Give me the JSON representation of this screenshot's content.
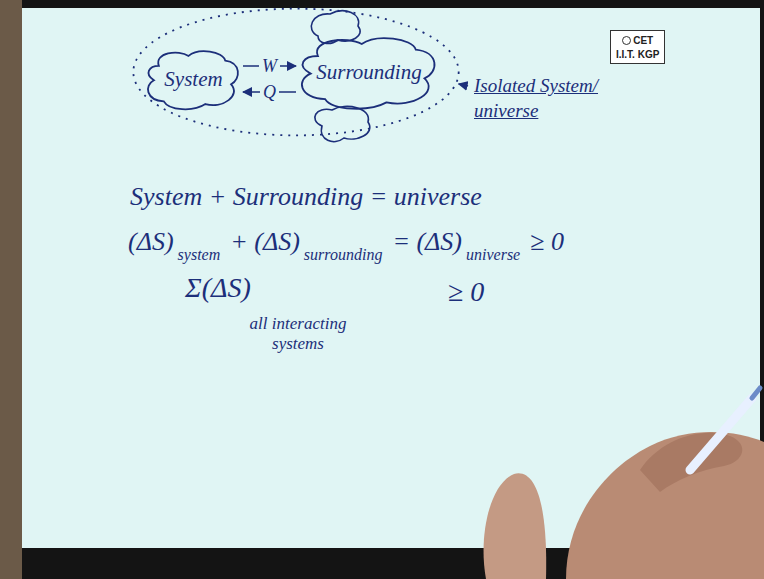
{
  "diagram": {
    "nodes": [
      {
        "text": [
          "Isolated System/ universe"
        ]
      },
      {
        "text": [
          "System"
        ],
        "in": 0
      },
      {
        "text": [
          "Surrounding"
        ],
        "in": 0
      }
    ],
    "edges": [
      {
        "from": 1,
        "to": 2,
        "label": "W",
        "arrow": "to"
      },
      {
        "from": 2,
        "to": 1,
        "label": "Q",
        "arrow": "to"
      }
    ],
    "labels": [
      "CET",
      "I.I.T. KGP",
      "System + Surrounding = universe",
      "(ΔS)",
      "system",
      "+ (ΔS)",
      "surrounding",
      "= (ΔS)",
      "universe",
      "≥ 0",
      "Σ(ΔS)",
      "all interacting systems",
      "≥ 0"
    ]
  }
}
